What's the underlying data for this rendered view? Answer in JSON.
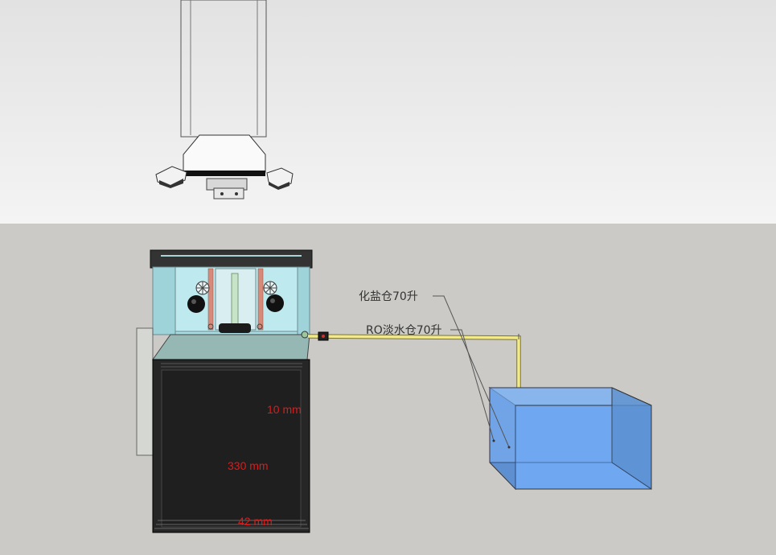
{
  "labels": {
    "salt_tank": "化盐仓70升",
    "ro_tank": "RO淡水仓70升"
  },
  "dimensions": {
    "top": "10 mm",
    "middle": "330 mm",
    "bottom": "42 mm"
  },
  "colors": {
    "sky": "#ececec",
    "ground": "#cbcac6",
    "water": "#6fa8f0",
    "pipe": "#f3ea8a",
    "cabinet": "#262626",
    "dimension_text": "#e01a1a"
  }
}
